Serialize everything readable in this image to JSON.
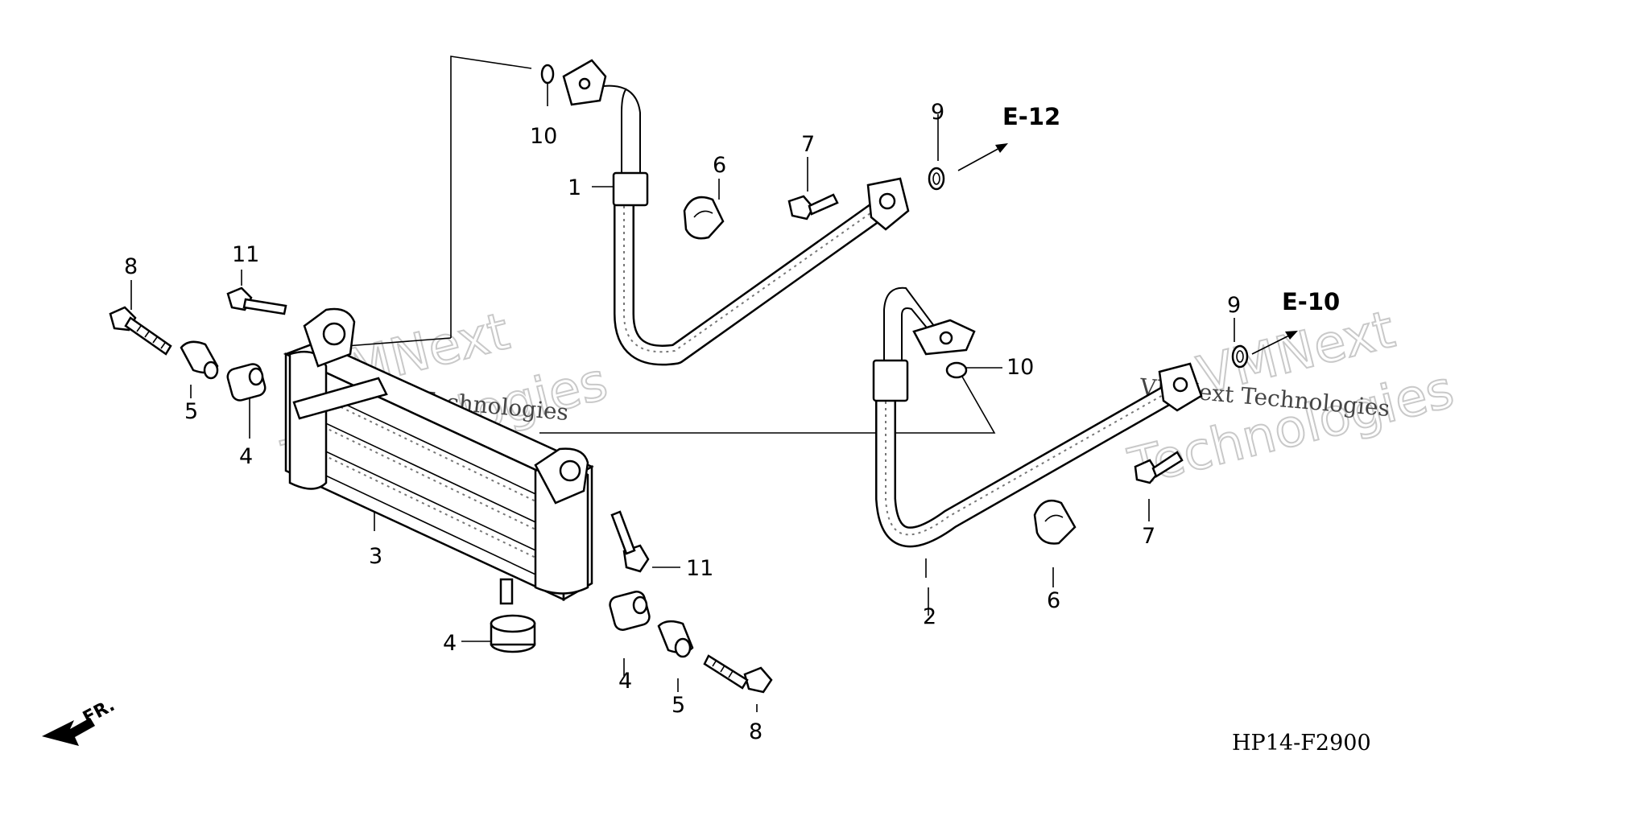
{
  "diagram_code": "HP14-F2900",
  "front_arrow_label": "FR.",
  "references": [
    "E-12",
    "E-10"
  ],
  "callouts": {
    "hose_upper": "1",
    "hose_lower": "2",
    "oil_cooler": "3",
    "grommet": "4",
    "collar": "5",
    "clamp": "6",
    "bolt_7": "7",
    "bolt_8": "8",
    "washer_9": "9",
    "o_ring_10": "10",
    "bolt_11": "11"
  },
  "watermark": {
    "brand_line1": "VMNext",
    "brand_line2": "Technologies",
    "small": "VMNext Technologies"
  }
}
